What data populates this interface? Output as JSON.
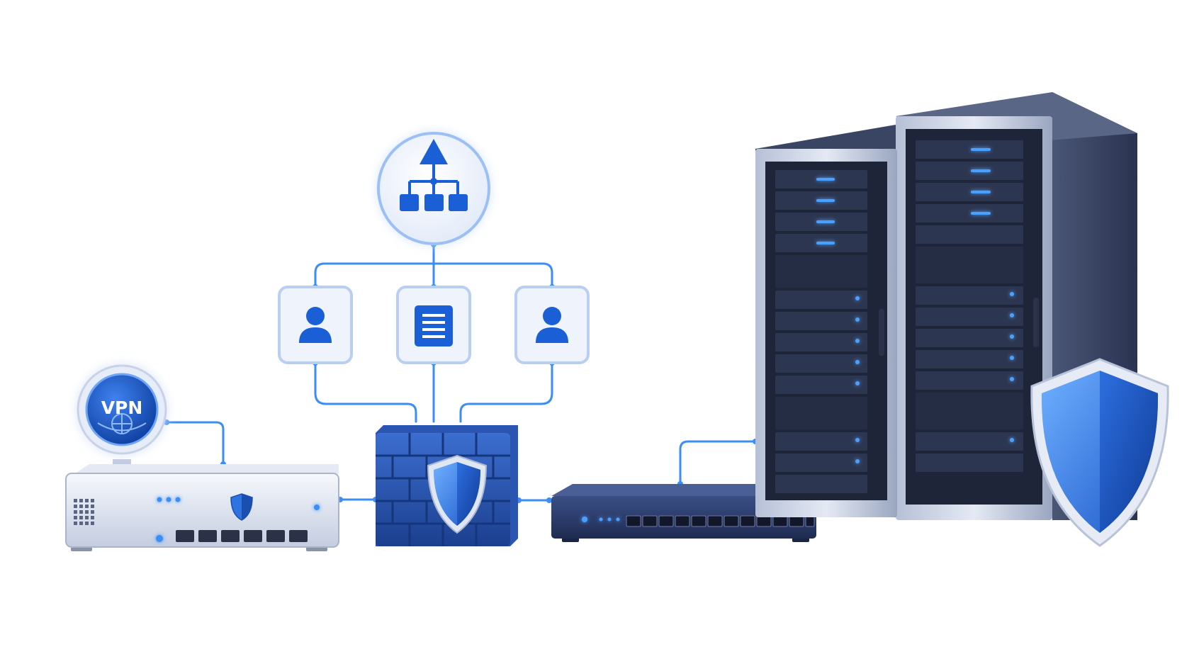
{
  "vpn_badge": {
    "label": "VPN"
  },
  "hierarchy_node": {
    "icon": "org-hierarchy-icon"
  },
  "members": [
    {
      "icon": "user-icon"
    },
    {
      "icon": "document-icon"
    },
    {
      "icon": "user-icon"
    }
  ],
  "colors": {
    "accent": "#1a5fd6",
    "connector": "#3a8ef6",
    "rack_frame": "#3d4a6b",
    "panel_light": "#eef3fc",
    "shield": "#2f73e0",
    "led": "#4aa0ff"
  },
  "icons": {
    "vpn": "globe-icon",
    "router_badge": "shield-icon",
    "firewall": "brick-wall-icon",
    "firewall_badge": "shield-icon",
    "switch": "network-switch-icon",
    "server": "server-rack-icon",
    "protection": "large-shield-icon"
  },
  "devices": {
    "router_ports": 6,
    "switch_ports": 12
  }
}
